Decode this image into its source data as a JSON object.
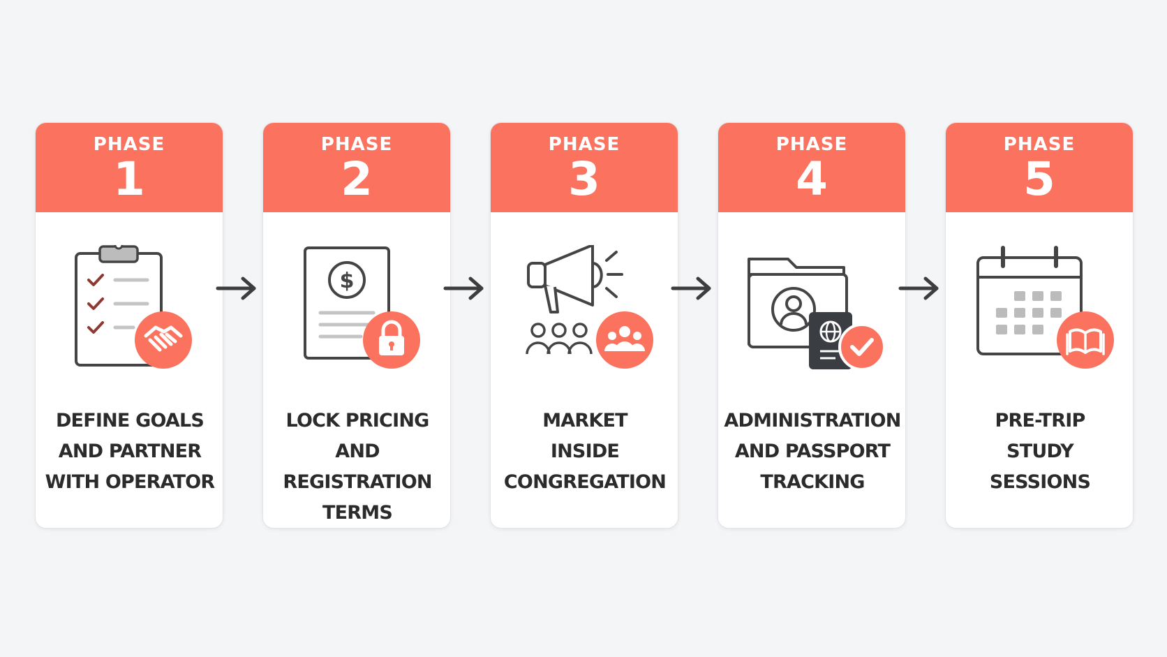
{
  "colors": {
    "accent": "#fb735f",
    "background": "#f4f5f7",
    "card": "#ffffff",
    "text": "#2b2b2b",
    "stroke": "#444444",
    "muted": "#bcbcbc"
  },
  "phases": [
    {
      "label": "PHASE",
      "number": "1",
      "title_lines": [
        "DEFINE GOALS",
        "AND PARTNER",
        "WITH OPERATOR"
      ],
      "icons": [
        "clipboard-checklist-icon",
        "handshake-icon"
      ]
    },
    {
      "label": "PHASE",
      "number": "2",
      "title_lines": [
        "LOCK PRICING",
        "AND REGISTRATION",
        "TERMS"
      ],
      "icons": [
        "dollar-document-icon",
        "lock-icon"
      ]
    },
    {
      "label": "PHASE",
      "number": "3",
      "title_lines": [
        "MARKET",
        "INSIDE",
        "CONGREGATION"
      ],
      "icons": [
        "megaphone-icon",
        "people-group-icon"
      ]
    },
    {
      "label": "PHASE",
      "number": "4",
      "title_lines": [
        "ADMINISTRATION",
        "AND PASSPORT",
        "TRACKING"
      ],
      "icons": [
        "folder-profile-icon",
        "passport-icon",
        "checkmark-icon"
      ]
    },
    {
      "label": "PHASE",
      "number": "5",
      "title_lines": [
        "PRE-TRIP",
        "STUDY",
        "SESSIONS"
      ],
      "icons": [
        "calendar-icon",
        "open-book-icon"
      ]
    }
  ]
}
